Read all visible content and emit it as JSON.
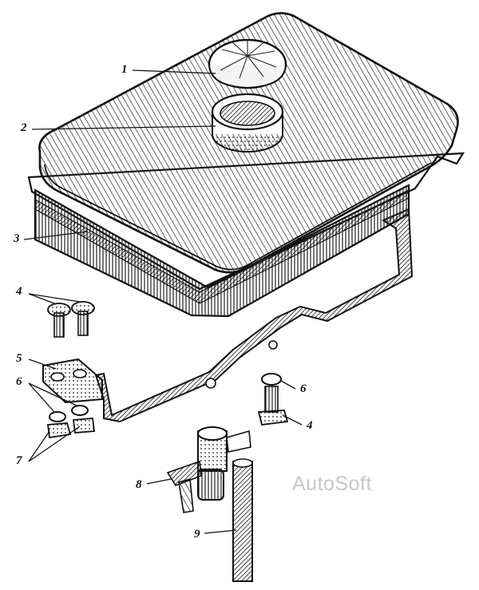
{
  "callouts": {
    "c1": "1",
    "c2": "2",
    "c3": "3",
    "c4a": "4",
    "c4b": "4",
    "c5": "5",
    "c6a": "6",
    "c6b": "6",
    "c7": "7",
    "c8": "8",
    "c9": "9"
  },
  "watermark": "AutoSoft",
  "colors": {
    "ink": "#111111",
    "watermark": "#c7c7c7",
    "paper": "#ffffff"
  }
}
